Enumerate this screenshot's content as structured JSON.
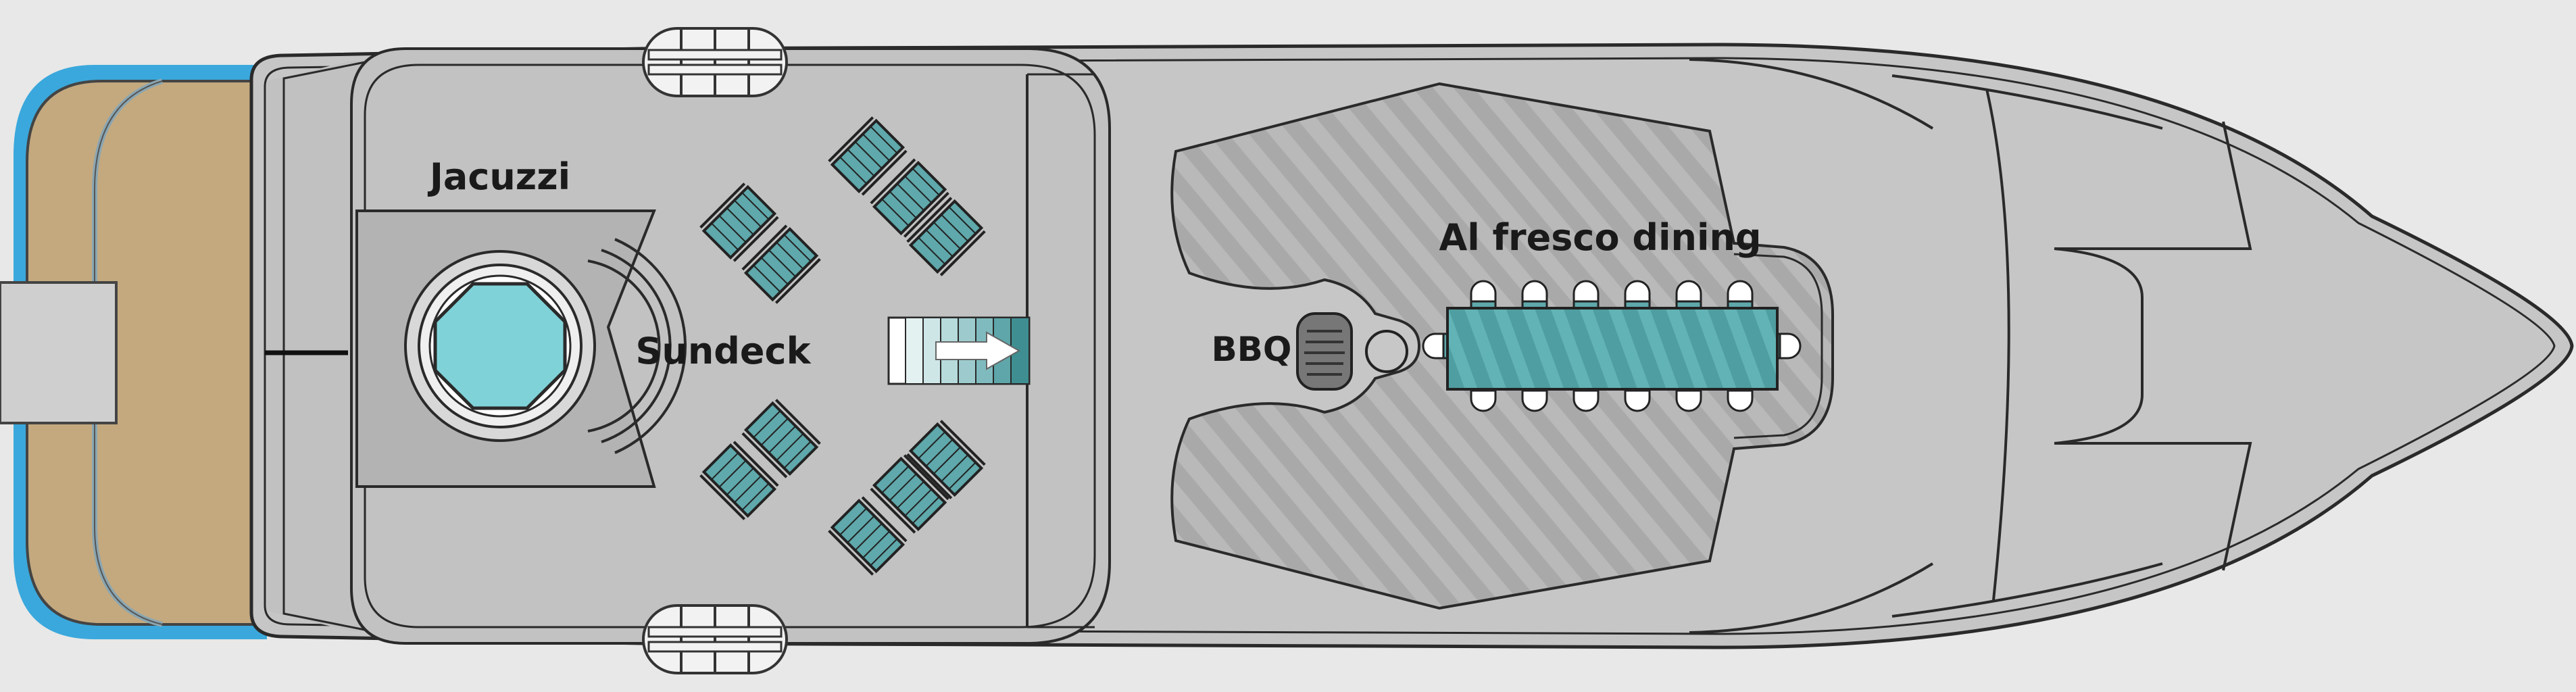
{
  "labels": {
    "jacuzzi": "Jacuzzi",
    "sundeck": "Sundeck",
    "bbq": "BBQ",
    "dining": "Al fresco dining"
  },
  "colors": {
    "background": "#e8e8e8",
    "hull": "#c6c6c6",
    "deck": "#bebebe",
    "teak": "#c4a97f",
    "swim_platform_edge": "#3aa8dc",
    "teal": "#5fa8ab",
    "water": "#7fd3d8",
    "outline": "#2a2a2a"
  },
  "icons": [
    "sunlounger-icon",
    "jacuzzi-icon",
    "staircase-arrow-icon",
    "bbq-grill-icon",
    "dining-table-icon",
    "fender-icon"
  ]
}
